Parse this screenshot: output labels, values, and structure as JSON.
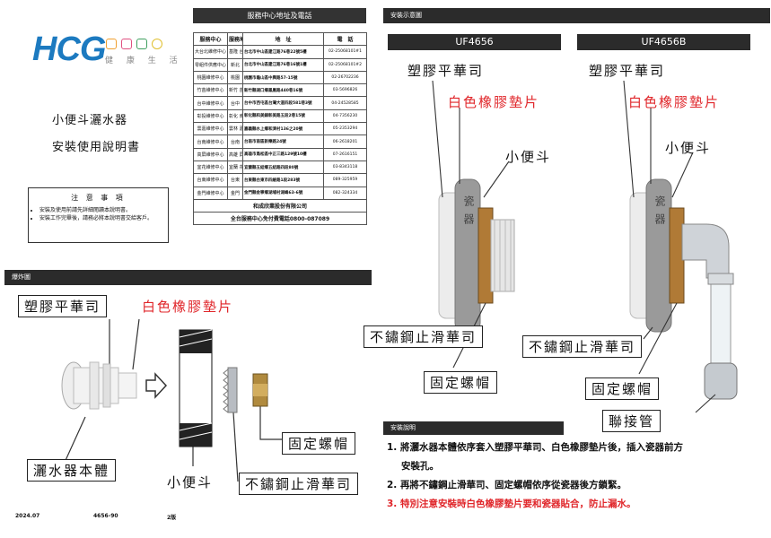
{
  "brand": {
    "logo": "HCG",
    "tagline": "健 康 生 活",
    "colors": {
      "primary": "#1c7ac0",
      "accent_red": "#e0262a",
      "bar_dark": "#2b2b2b"
    }
  },
  "cover": {
    "title": "小便斗灑水器",
    "subtitle": "安裝使用說明書",
    "notice_title": "注 意 事 項",
    "notices": [
      "安裝及使用前請先詳細閱讀本說明書。",
      "安裝工作完畢後，請務必將本說明書交給客戶。"
    ]
  },
  "service": {
    "heading": "服務中心地址及電話",
    "columns": [
      "服務中心",
      "服務地區",
      "地　址",
      "電　話"
    ],
    "rows": [
      [
        "大台北維修中心",
        "基隆 台北",
        "台北市中山區建江路76巷22號5樓",
        "02-25068101#1"
      ],
      [
        "零組件供應中心",
        "新北",
        "台北市中山區建江路76巷16號1樓",
        "02-25068101#2"
      ],
      [
        "桃園維修中心",
        "桃園",
        "桃園市龜山區中興路57-15號",
        "02-26702236"
      ],
      [
        "竹苗維修中心",
        "新竹 苗栗",
        "新竹縣湖口鄉鳳凰路440巷16號",
        "03-5696826"
      ],
      [
        "台中維修中心",
        "台中",
        "台中市西屯區台灣大道四段581巷3號",
        "04-24528585"
      ],
      [
        "彰投維修中心",
        "彰化 南投",
        "彰化縣和美鎮彰美路五段2巷15號",
        "04-7356230"
      ],
      [
        "雲嘉維修中心",
        "雲林 嘉義",
        "嘉義縣水上鄉和濟村136之20號",
        "05-2353294"
      ],
      [
        "台南維修中心",
        "台南",
        "台南市南區新樂路24號",
        "06-2618201"
      ],
      [
        "高屏維修中心",
        "高雄 屏東",
        "高雄市鳥松區中正三路129號10樓",
        "07-2616151"
      ],
      [
        "宜花維修中心",
        "宜蘭 花蓮",
        "宜蘭縣五結鄉五結路四段80號",
        "03-8343118"
      ],
      [
        "台東維修中心",
        "台東",
        "台東縣台東市四維路1段283號",
        "089-325959"
      ],
      [
        "金門維修中心",
        "金門",
        "金門縣金寧鄉湖埔村湖峰63-6號",
        "082-324334"
      ]
    ],
    "company": "和成欣業股份有限公司",
    "hotline": "全台服務中心免付費電話0800-087089"
  },
  "exploded": {
    "heading": "爆炸圖",
    "labels": {
      "plastic_washer": "塑膠平華司",
      "rubber_gasket": "白色橡膠墊片",
      "body": "灑水器本體",
      "urinal": "小便斗",
      "nut": "固定螺帽",
      "steel_washer": "不鏽鋼止滑華司"
    }
  },
  "install_diagram": {
    "heading": "安裝示意圖",
    "models": [
      "UF4656",
      "UF4656B"
    ],
    "labels": {
      "plastic_washer": "塑膠平華司",
      "rubber_gasket": "白色橡膠墊片",
      "urinal": "小便斗",
      "steel_washer": "不鏽鋼止滑華司",
      "nut": "固定螺帽",
      "connector": "聯接管"
    },
    "ceramic_text": "瓷 器"
  },
  "instructions": {
    "heading": "安裝說明",
    "steps": [
      "1. 將灑水器本體依序套入塑膠平華司、白色橡膠墊片後，插入瓷器前方",
      "安裝孔。",
      "2. 再將不鏽鋼止滑華司、固定螺帽依序從瓷器後方鎖緊。",
      "3. 特別注意安裝時白色橡膠墊片要和瓷器貼合，防止漏水。"
    ]
  },
  "footer": {
    "date": "2024.07",
    "code": "4656-90",
    "edition": "2版"
  }
}
